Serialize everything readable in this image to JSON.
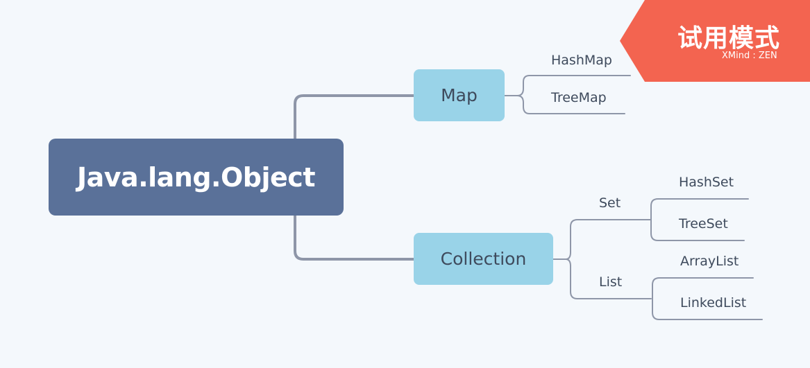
{
  "root": {
    "label": "Java.lang.Object"
  },
  "branches": [
    {
      "label": "Map",
      "children": [
        "HashMap",
        "TreeMap"
      ]
    },
    {
      "label": "Collection",
      "children": [
        {
          "label": "Set",
          "children": [
            "HashSet",
            "TreeSet"
          ]
        },
        {
          "label": "List",
          "children": [
            "ArrayList",
            "LinkedList"
          ]
        }
      ]
    }
  ],
  "badge": {
    "title": "试用模式",
    "subtitle": "XMind : ZEN"
  },
  "colors": {
    "background": "#f4f8fc",
    "root": "#5a7199",
    "branch": "#99d3e8",
    "line": "#8e96a8",
    "badge": "#f36450"
  }
}
